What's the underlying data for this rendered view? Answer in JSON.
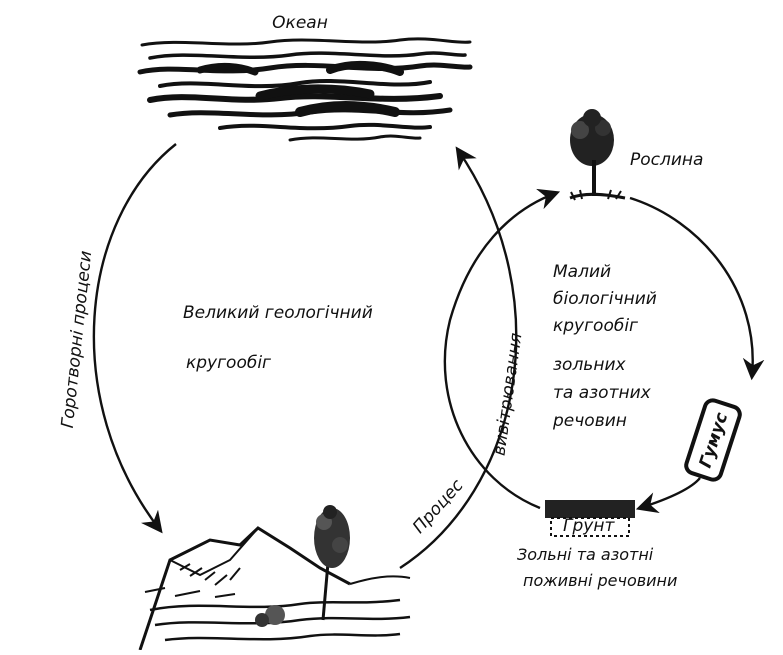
{
  "diagram": {
    "ocean_label": "Океан",
    "plant_label": "Рослина",
    "mountain_processes_label": "Горотворні процеси",
    "big_cycle": {
      "line1": "Великий  геологічний",
      "line2": "кругообіг"
    },
    "small_cycle": {
      "line1": "Малий",
      "line2": "біологічний",
      "line3": "кругообіг",
      "line4": "зольних",
      "line5": "та  азотних",
      "line6": "речовин"
    },
    "weathering_process": {
      "word1": "Процес",
      "word2": "вивітрювання"
    },
    "humus_label": "Гумус",
    "soil_label": "Грунт",
    "nutrients": {
      "line1": "Зольні  та  азотні",
      "line2": "поживні  речовини"
    }
  },
  "colors": {
    "ink": "#111111",
    "background": "#ffffff"
  }
}
